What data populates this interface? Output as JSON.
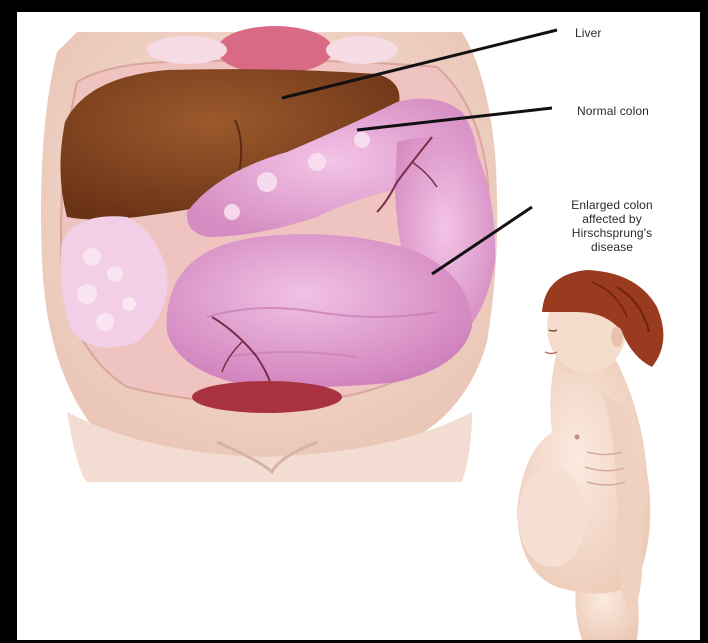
{
  "labels": {
    "liver": "Liver",
    "normal_colon": "Normal colon",
    "enlarged_colon_lines": [
      "Enlarged colon",
      "affected by",
      "Hirschsprung's",
      "disease"
    ]
  },
  "colors": {
    "background": "#000000",
    "skin": "#f4dcd2",
    "liver": "#8a4a22",
    "colon": "#e7a8d4",
    "hair": "#9a3a1e"
  }
}
